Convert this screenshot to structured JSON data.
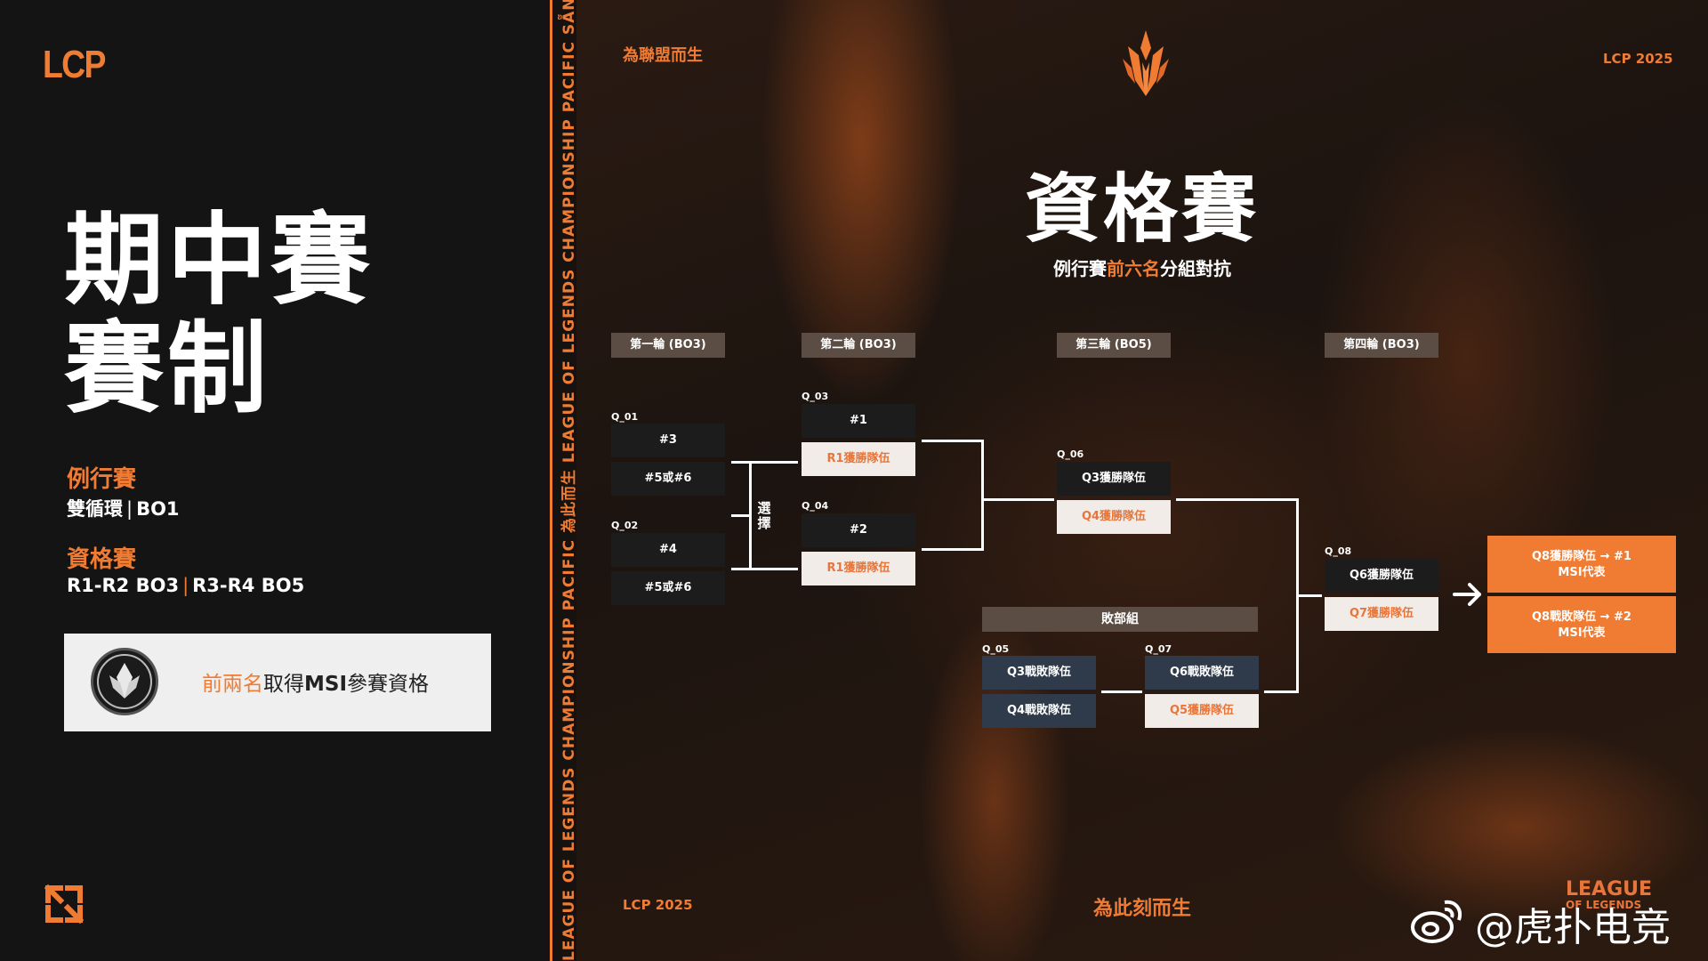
{
  "left": {
    "logo": "LCP",
    "title_line1": "期中賽",
    "title_line2": "賽制",
    "regular": {
      "label": "例行賽",
      "value_a": "雙循環",
      "sep": "|",
      "value_b": "BO1"
    },
    "qualifier": {
      "label": "資格賽",
      "value_a": "R1-R2 BO3",
      "sep": "|",
      "value_b": "R3-R4 BO5"
    },
    "msi": {
      "highlight": "前兩名",
      "text_a": "取得",
      "bold": "MSI",
      "text_b": "參賽資格"
    }
  },
  "strip": {
    "text": "LEAGUE OF LEGENDS CHAMPIONSHIP PACIFIC  為此而生  LEAGUE OF LEGENDS CHAMPIONSHIP PACIFIC  SẴN SÀNG ĐƯƠNG ĐẦU  LEAGUE OF LEGENDS CHAMPIONSHIP PACIFIC  為此而生  LEAGUE OF LEGENDS CH"
  },
  "right": {
    "top_left": "為聯盟而生",
    "top_right": "LCP 2025",
    "title": "資格賽",
    "subtitle": {
      "a": "例行賽",
      "highlight": "前六名",
      "b": "分組對抗"
    },
    "bottom_left": "LCP 2025",
    "bottom_center": "為此刻而生",
    "lol_logo": {
      "line1": "LEAGUE",
      "line2": "OF LEGENDS"
    }
  },
  "bracket": {
    "rounds": [
      "第一輪 (BO3)",
      "第二輪 (BO3)",
      "第三輪 (BO5)",
      "第四輪 (BO3)"
    ],
    "select_label": "選擇",
    "loser_bracket": "敗部組",
    "matches": {
      "q01": {
        "id": "Q_01",
        "top": "#3",
        "bottom": "#5或#6"
      },
      "q02": {
        "id": "Q_02",
        "top": "#4",
        "bottom": "#5或#6"
      },
      "q03": {
        "id": "Q_03",
        "top": "#1",
        "bottom": "R1獲勝隊伍"
      },
      "q04": {
        "id": "Q_04",
        "top": "#2",
        "bottom": "R1獲勝隊伍"
      },
      "q06": {
        "id": "Q_06",
        "top": "Q3獲勝隊伍",
        "bottom": "Q4獲勝隊伍"
      },
      "q05": {
        "id": "Q_05",
        "top": "Q3戰敗隊伍",
        "bottom": "Q4戰敗隊伍"
      },
      "q07": {
        "id": "Q_07",
        "top": "Q6戰敗隊伍",
        "bottom": "Q5獲勝隊伍"
      },
      "q08": {
        "id": "Q_08",
        "top": "Q6獲勝隊伍",
        "bottom": "Q7獲勝隊伍"
      }
    },
    "results": {
      "first": {
        "line1": "Q8獲勝隊伍 → #1",
        "line2": "MSI代表"
      },
      "second": {
        "line1": "Q8戰敗隊伍 → #2",
        "line2": "MSI代表"
      }
    }
  },
  "watermark": "@虎扑电竞",
  "icons": {
    "expand": "expand-icon",
    "msi": "msi-logo-icon",
    "crest": "lcp-crest-icon",
    "arrow": "arrow-right-icon",
    "weibo": "weibo-icon"
  },
  "colors": {
    "accent": "#f07c34",
    "panel": "#141414",
    "light_box": "#f1ece8",
    "navy_box": "#2f3a4a",
    "header": "#5b4d44"
  }
}
